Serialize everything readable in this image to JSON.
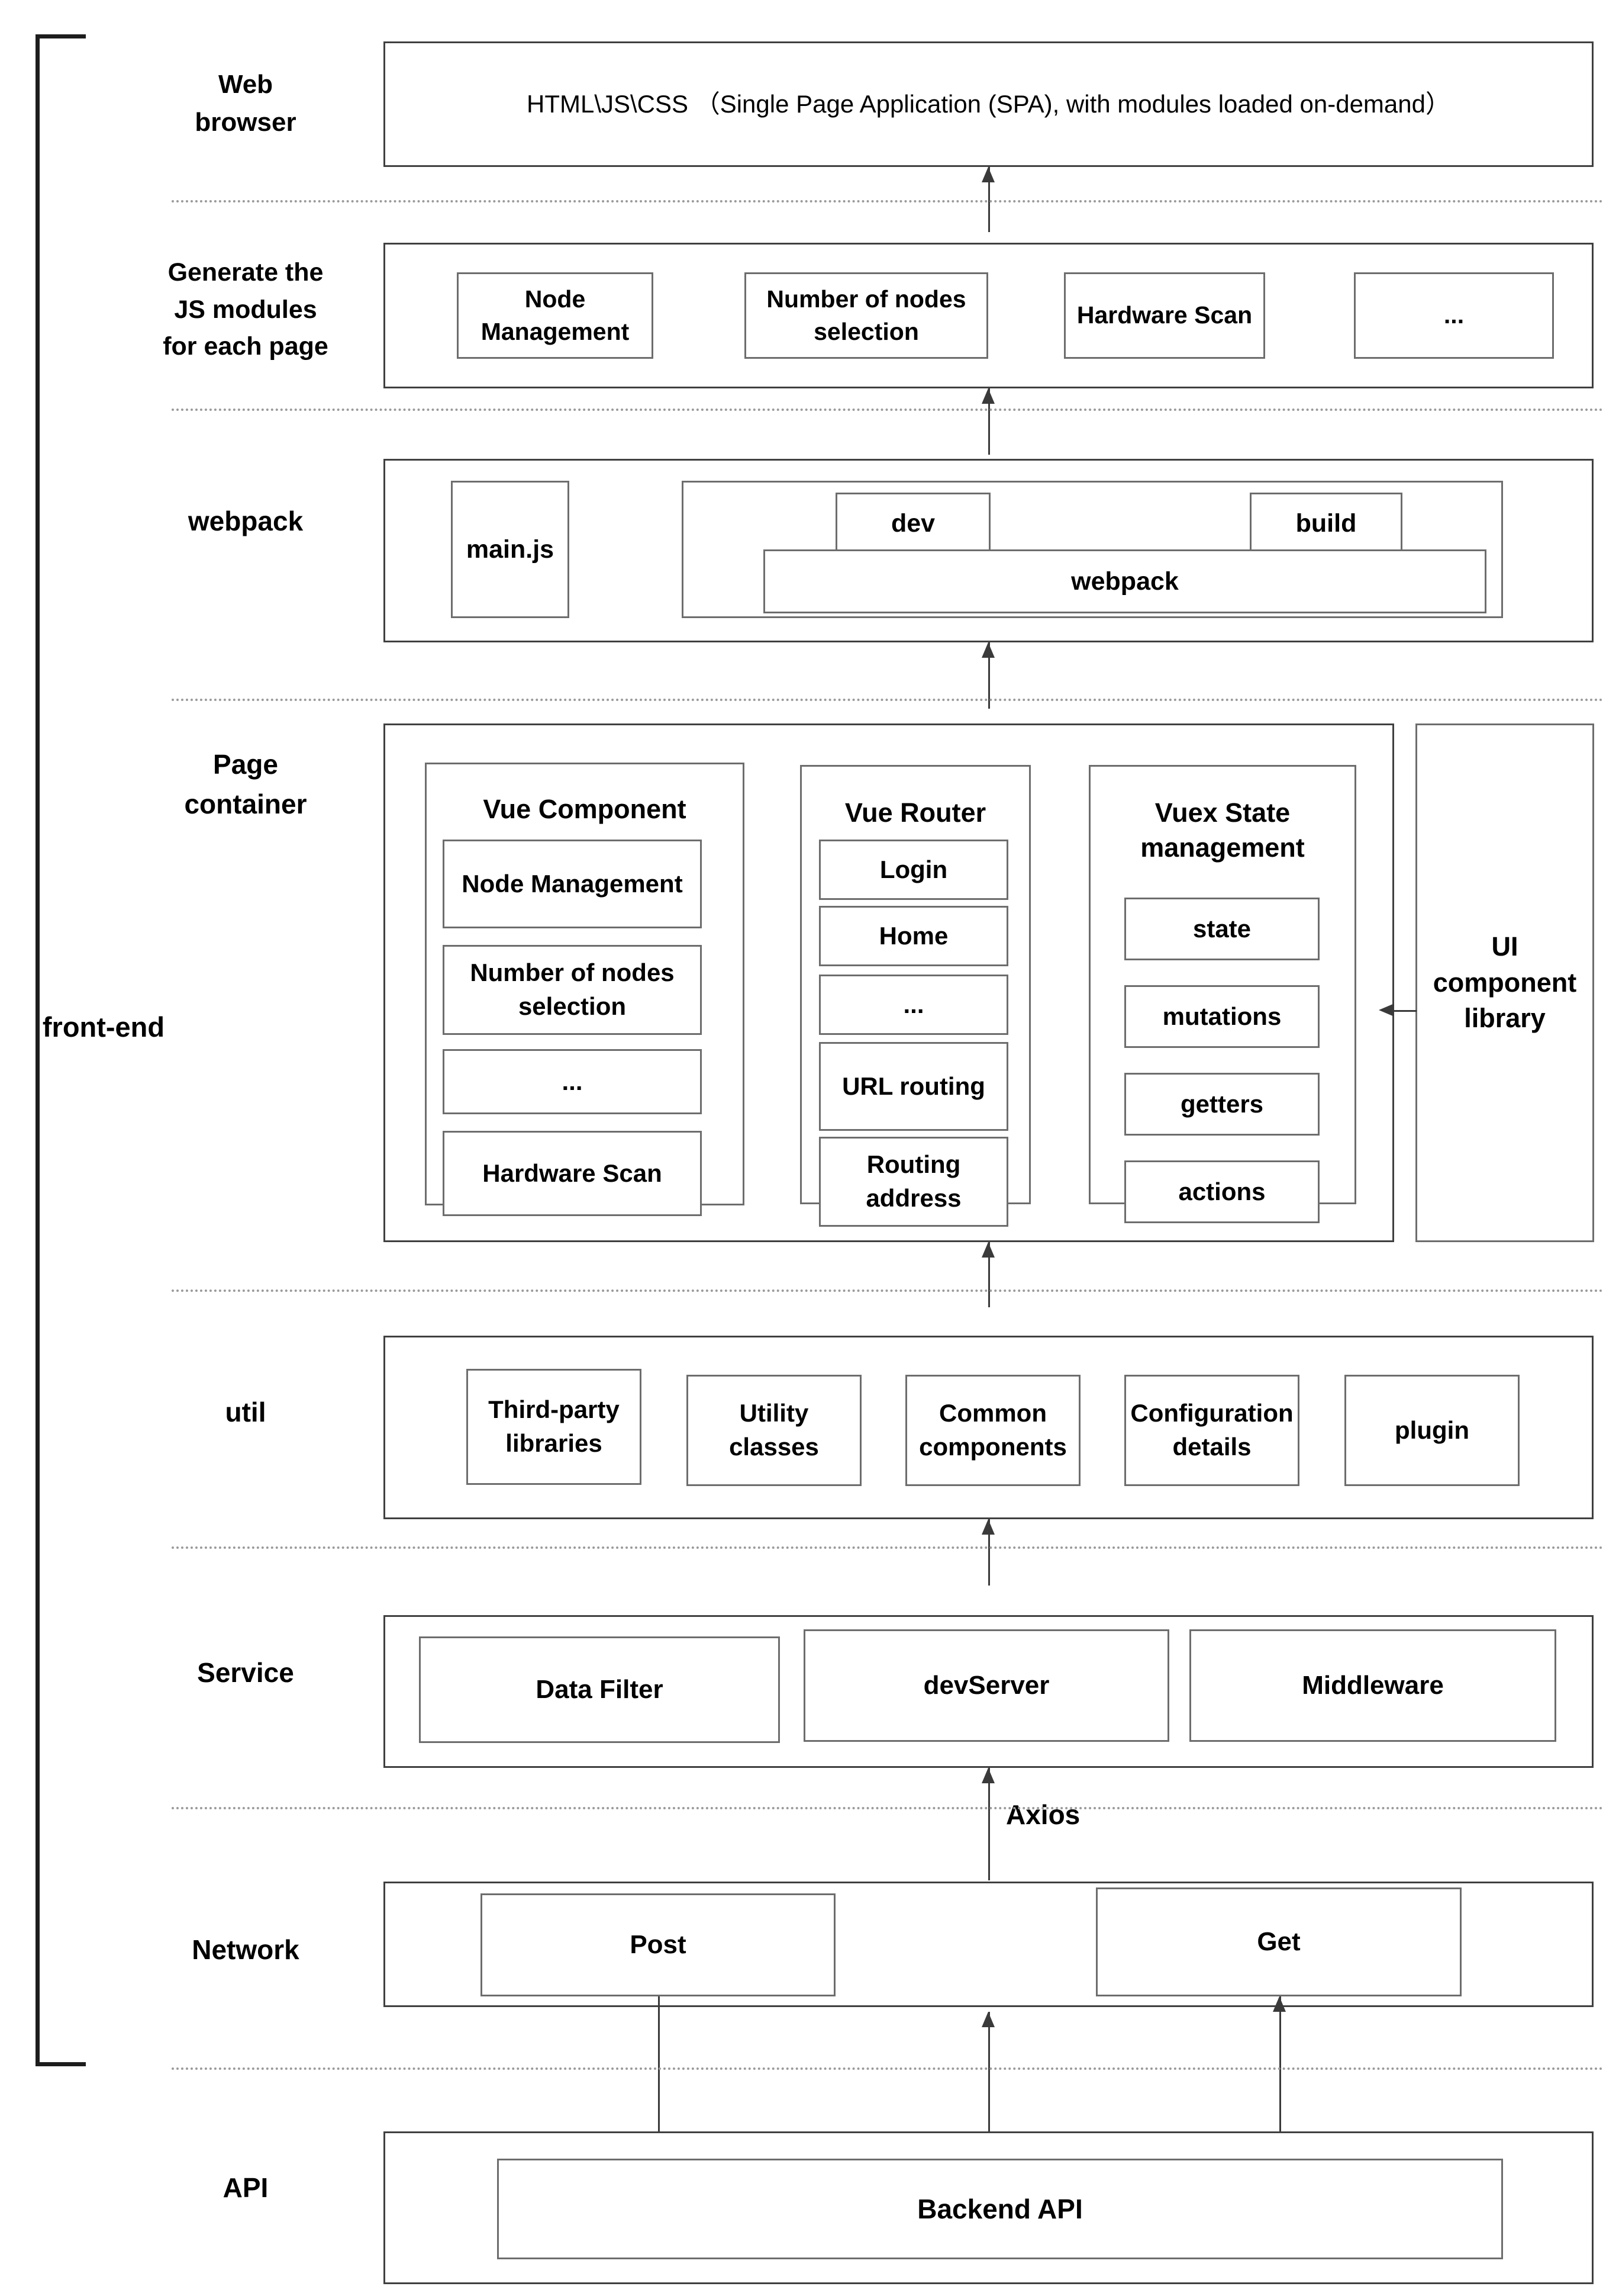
{
  "diagram": {
    "group_label": "front-end",
    "axios_label": "Axios",
    "rows": {
      "browser": {
        "label": "Web\nbrowser",
        "label_lines": [
          "Web",
          "browser"
        ],
        "main_box": "HTML\\JS\\CSS （Single Page Application (SPA), with modules loaded on-demand）"
      },
      "js_modules": {
        "label_lines": [
          "Generate the",
          "JS modules",
          "for each page"
        ],
        "items": [
          "Node Management",
          "Number of nodes selection",
          "Hardware Scan",
          "..."
        ]
      },
      "webpack": {
        "label": "webpack",
        "main_js": "main.js",
        "dev": "dev",
        "build": "build",
        "webpack_inner": "webpack"
      },
      "page_container": {
        "label_lines": [
          "Page",
          "container"
        ],
        "vue_component": {
          "title": "Vue Component",
          "items": [
            "Node Management",
            "Number of nodes selection",
            "...",
            "Hardware Scan"
          ]
        },
        "vue_router": {
          "title": "Vue Router",
          "items": [
            "Login",
            "Home",
            "...",
            "URL routing",
            "Routing address"
          ]
        },
        "vuex": {
          "title": "Vuex State management",
          "items": [
            "state",
            "mutations",
            "getters",
            "actions"
          ]
        },
        "ui_library": "UI component library"
      },
      "util": {
        "label": "util",
        "items": [
          "Third-party libraries",
          "Utility classes",
          "Common components",
          "Configuration details",
          "plugin"
        ]
      },
      "service": {
        "label": "Service",
        "items": [
          "Data Filter",
          "devServer",
          "Middleware"
        ]
      },
      "network": {
        "label": "Network",
        "items": [
          "Post",
          "Get"
        ]
      },
      "api": {
        "label": "API",
        "backend": "Backend API"
      }
    },
    "colors": {
      "border": "#404040",
      "border_light": "#6d6d6d",
      "divider": "#9a9a9a",
      "arrow": "#3a3a3a",
      "bracket": "#1d1d1d",
      "text": "#000000",
      "background": "#ffffff"
    }
  }
}
